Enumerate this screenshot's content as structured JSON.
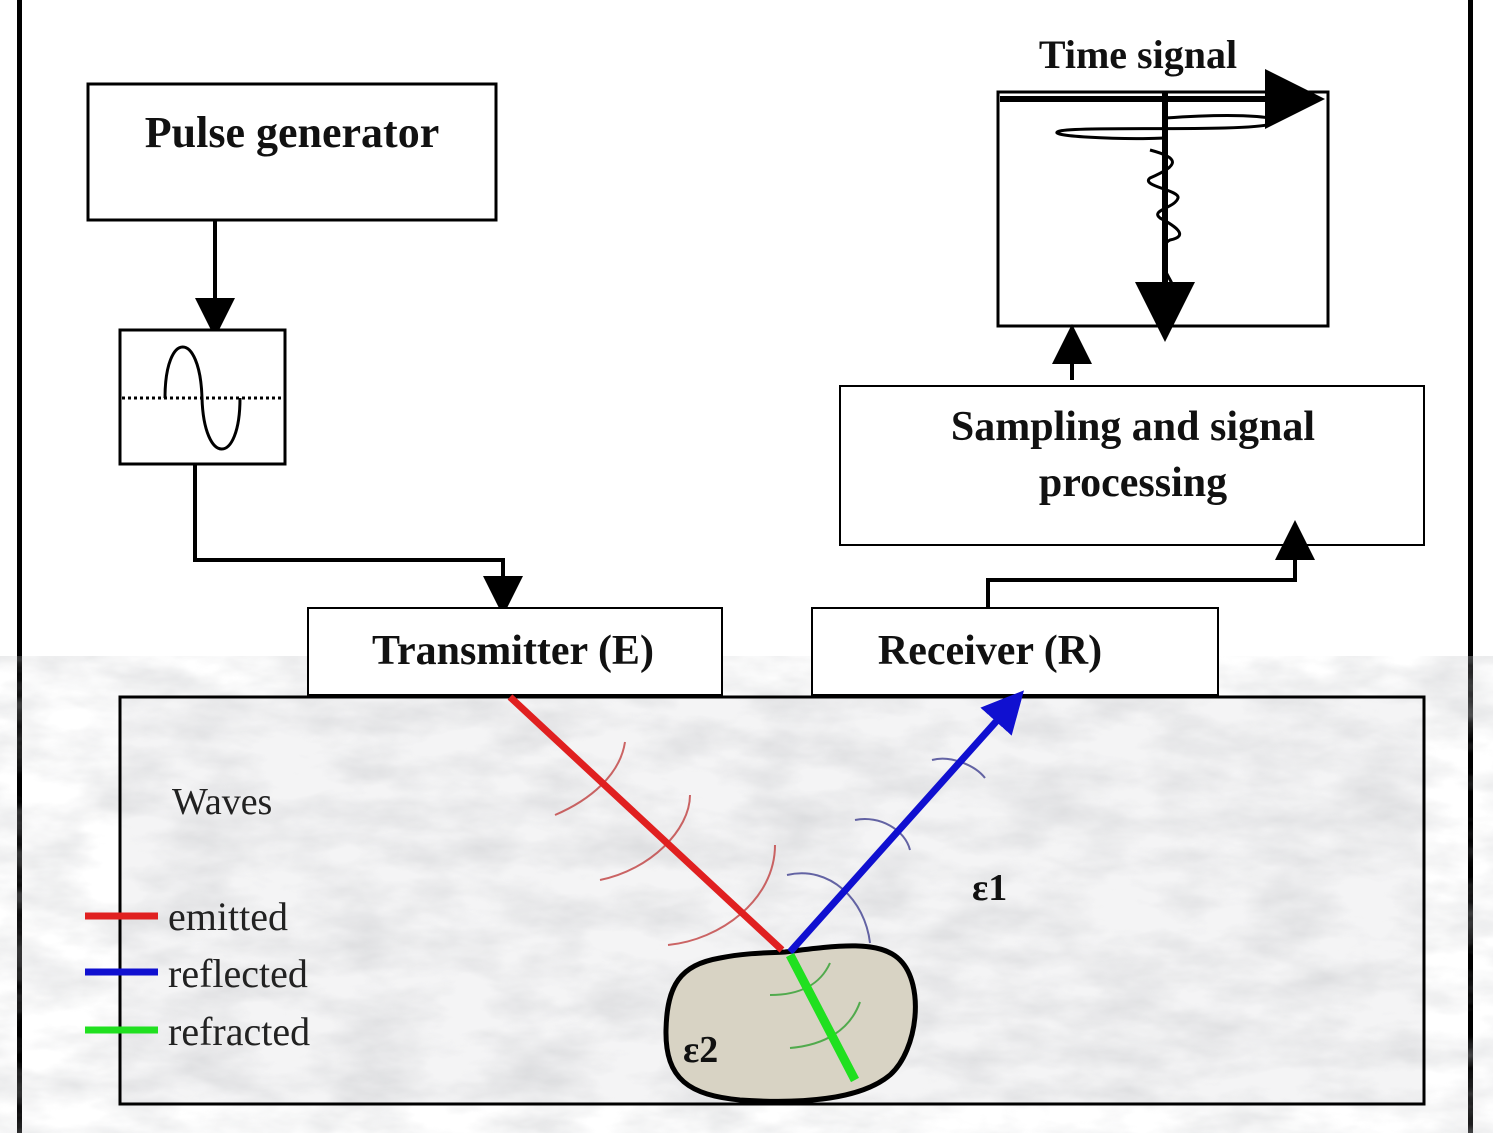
{
  "blocks": {
    "pulse_generator": "Pulse generator",
    "transmitter": "Transmitter (E)",
    "receiver": "Receiver (R)",
    "sampling_line1": "Sampling and signal",
    "sampling_line2": "processing",
    "time_signal": "Time signal"
  },
  "medium": {
    "waves_label": "Waves",
    "epsilon1": "ε1",
    "epsilon2": "ε2"
  },
  "legend": [
    {
      "label": "emitted",
      "color": "#e02020"
    },
    {
      "label": "reflected",
      "color": "#1010d0"
    },
    {
      "label": "refracted",
      "color": "#20e020"
    }
  ]
}
